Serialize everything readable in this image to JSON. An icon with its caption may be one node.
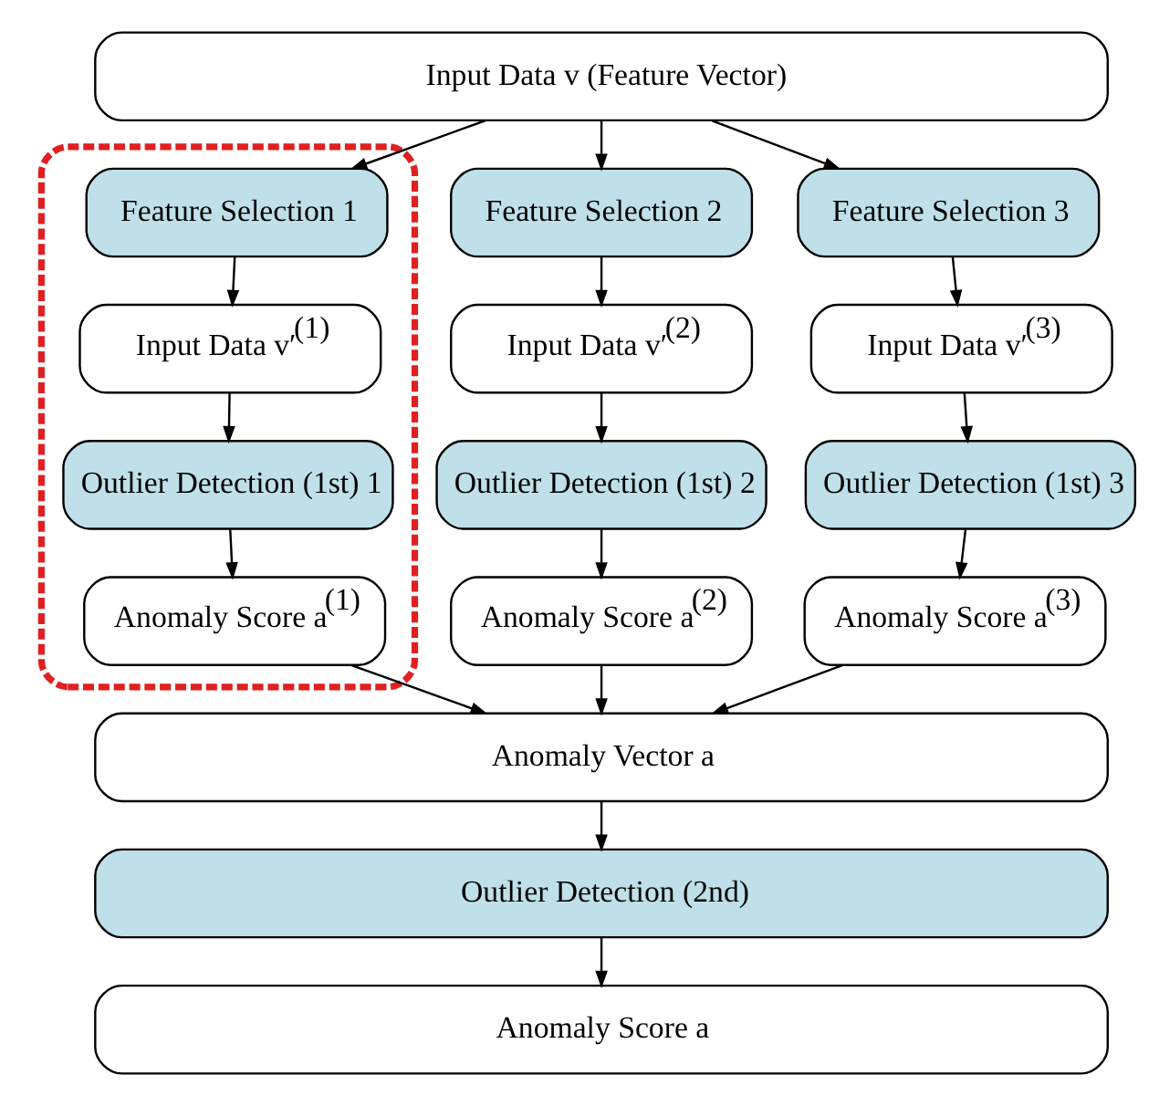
{
  "diagram": {
    "nodes": [
      {
        "text": [
          "Input Data v (Feature Vector)"
        ]
      },
      {
        "text": [],
        "shape": "box"
      },
      {
        "text": [
          "Feature Selection 1"
        ],
        "in": 1
      },
      {
        "text": [
          "Feature Selection 2"
        ]
      },
      {
        "text": [
          "Feature Selection 3"
        ]
      },
      {
        "text": [
          "Input Data v′$^{(1)}$"
        ],
        "in": 1
      },
      {
        "text": [
          "Input Data v′$^{(2)}$"
        ]
      },
      {
        "text": [
          "Input Data v′$^{(3)}$"
        ]
      },
      {
        "text": [
          "Outlier Detection (1st) 1"
        ],
        "in": 1
      },
      {
        "text": [
          "Outlier Detection (1st) 2"
        ]
      },
      {
        "text": [
          "Outlier Detection (1st) 3"
        ]
      },
      {
        "text": [
          "Anomaly Score a$^{(1)}$"
        ],
        "in": 1
      },
      {
        "text": [
          "Anomaly Score a$^{(2)}$"
        ]
      },
      {
        "text": [
          "Anomaly Score a$^{(3)}$"
        ]
      },
      {
        "text": [
          "Anomaly Vector a"
        ]
      },
      {
        "text": [
          "Outlier Detection (2nd)"
        ]
      },
      {
        "text": [
          "Anomaly Score a"
        ]
      }
    ],
    "edges": [
      {
        "from": 0,
        "to": 2,
        "arrow": "to"
      },
      {
        "from": 0,
        "to": 3,
        "arrow": "to"
      },
      {
        "from": 0,
        "to": 4,
        "arrow": "to"
      },
      {
        "from": 2,
        "to": 5,
        "arrow": "to"
      },
      {
        "from": 3,
        "to": 6,
        "arrow": "to"
      },
      {
        "from": 4,
        "to": 7,
        "arrow": "to"
      },
      {
        "from": 5,
        "to": 8,
        "arrow": "to"
      },
      {
        "from": 6,
        "to": 9,
        "arrow": "to"
      },
      {
        "from": 7,
        "to": 10,
        "arrow": "to"
      },
      {
        "from": 8,
        "to": 11,
        "arrow": "to"
      },
      {
        "from": 9,
        "to": 12,
        "arrow": "to"
      },
      {
        "from": 10,
        "to": 13,
        "arrow": "to"
      },
      {
        "from": 11,
        "to": 14,
        "arrow": "to"
      },
      {
        "from": 12,
        "to": 14,
        "arrow": "to"
      },
      {
        "from": 13,
        "to": 14,
        "arrow": "to"
      },
      {
        "from": 14,
        "to": 15,
        "arrow": "to"
      },
      {
        "from": 15,
        "to": 16,
        "arrow": "to"
      }
    ]
  }
}
